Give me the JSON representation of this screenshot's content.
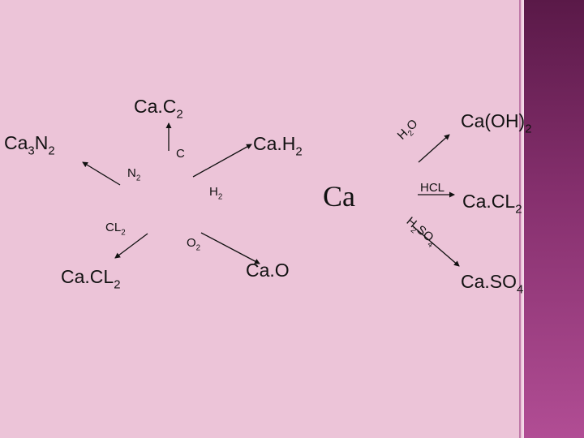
{
  "center": "Ca",
  "products": {
    "calcium_carbide": {
      "base": "Ca.C",
      "sub": "2"
    },
    "calcium_nitride": {
      "base": "Ca",
      "sub1": "3",
      "mid": "N",
      "sub2": "2"
    },
    "calcium_hydride": {
      "base": "Ca.H",
      "sub": "2"
    },
    "calcium_chloride_left": {
      "base": "Ca.CL",
      "sub": "2"
    },
    "calcium_oxide": "Ca.O",
    "calcium_hydroxide": {
      "base": "Ca(OH)",
      "sub": "2"
    },
    "calcium_chloride_right": {
      "base": "Ca.CL",
      "sub": "2"
    },
    "calcium_sulfate": {
      "base": "Ca.SO",
      "sub": "4"
    }
  },
  "reagents": {
    "carbon": "C",
    "nitrogen": {
      "base": "N",
      "sub": "2"
    },
    "hydrogen": {
      "base": "H",
      "sub": "2"
    },
    "chlorine": {
      "base": "CL",
      "sub": "2"
    },
    "oxygen": {
      "base": "O",
      "sub": "2"
    },
    "water": {
      "a": "H",
      "sub": "2",
      "b": "O"
    },
    "hydrochloric_acid": "HCL",
    "sulfuric_acid": {
      "a": "H",
      "sub1": "2",
      "b": "SO",
      "sub2": "4"
    }
  },
  "colors": {
    "background": "#ecc4d8",
    "stripe": "#86306e",
    "ink": "#111111"
  }
}
